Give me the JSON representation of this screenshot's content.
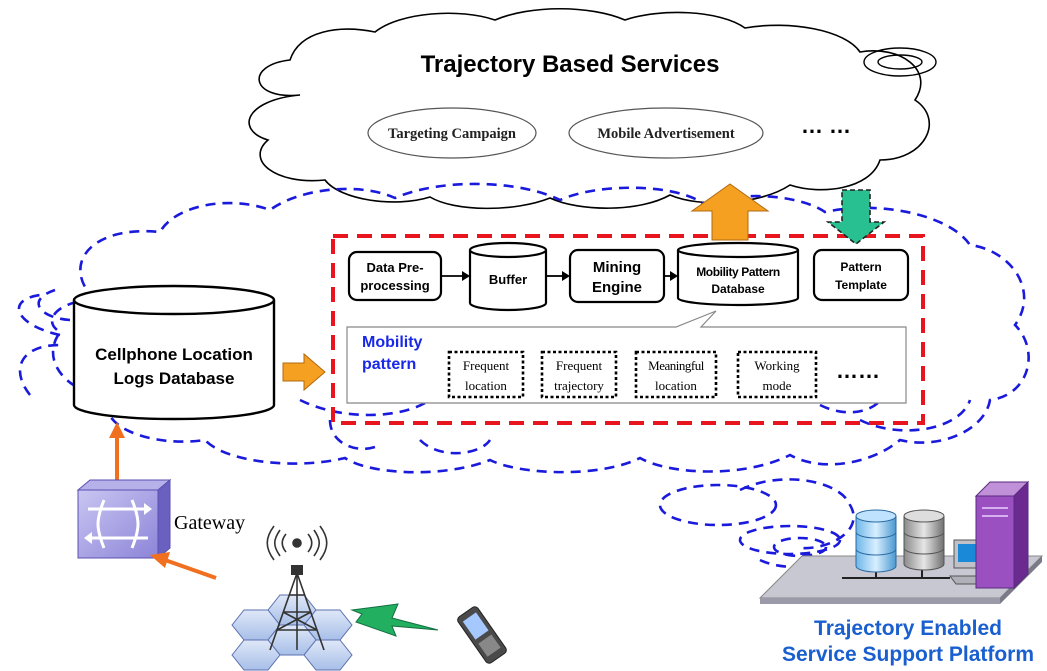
{
  "cloud": {
    "title": "Trajectory Based Services",
    "services": [
      "Targeting Campaign",
      "Mobile Advertisement"
    ],
    "ellipsis": "… …"
  },
  "platform": {
    "pipeline": {
      "data_preprocessing_line1": "Data Pre-",
      "data_preprocessing_line2": "processing",
      "buffer": "Buffer",
      "mining_engine_line1": "Mining",
      "mining_engine_line2": "Engine",
      "mobility_db_line1": "Mobility Pattern",
      "mobility_db_line2": "Database",
      "pattern_template_line1": "Pattern",
      "pattern_template_line2": "Template"
    },
    "mobility_pattern": {
      "label_line1": "Mobility",
      "label_line2": "pattern",
      "items": [
        {
          "line1": "Frequent",
          "line2": "location"
        },
        {
          "line1": "Frequent",
          "line2": "trajectory"
        },
        {
          "line1": "Meaningful",
          "line2": "location"
        },
        {
          "line1": "Working",
          "line2": "mode"
        }
      ],
      "ellipsis": "……"
    },
    "name_line1": "Trajectory Enabled",
    "name_line2": "Service Support Platform"
  },
  "logs_db": {
    "line1": "Cellphone Location",
    "line2": "Logs Database"
  },
  "gateway": {
    "label": "Gateway"
  },
  "colors": {
    "cloud_dash": "#1a1adc",
    "red_dash": "#e8141e",
    "orange_arrow": "#f5a020",
    "green_arrow": "#28c090",
    "platform_text": "#1a5fcf",
    "mobility_text": "#1a28e8"
  },
  "icons": [
    "gateway-router-icon",
    "cell-tower-icon",
    "wireless-signal-icon",
    "mobile-phone-icon",
    "server-platform-icon"
  ]
}
